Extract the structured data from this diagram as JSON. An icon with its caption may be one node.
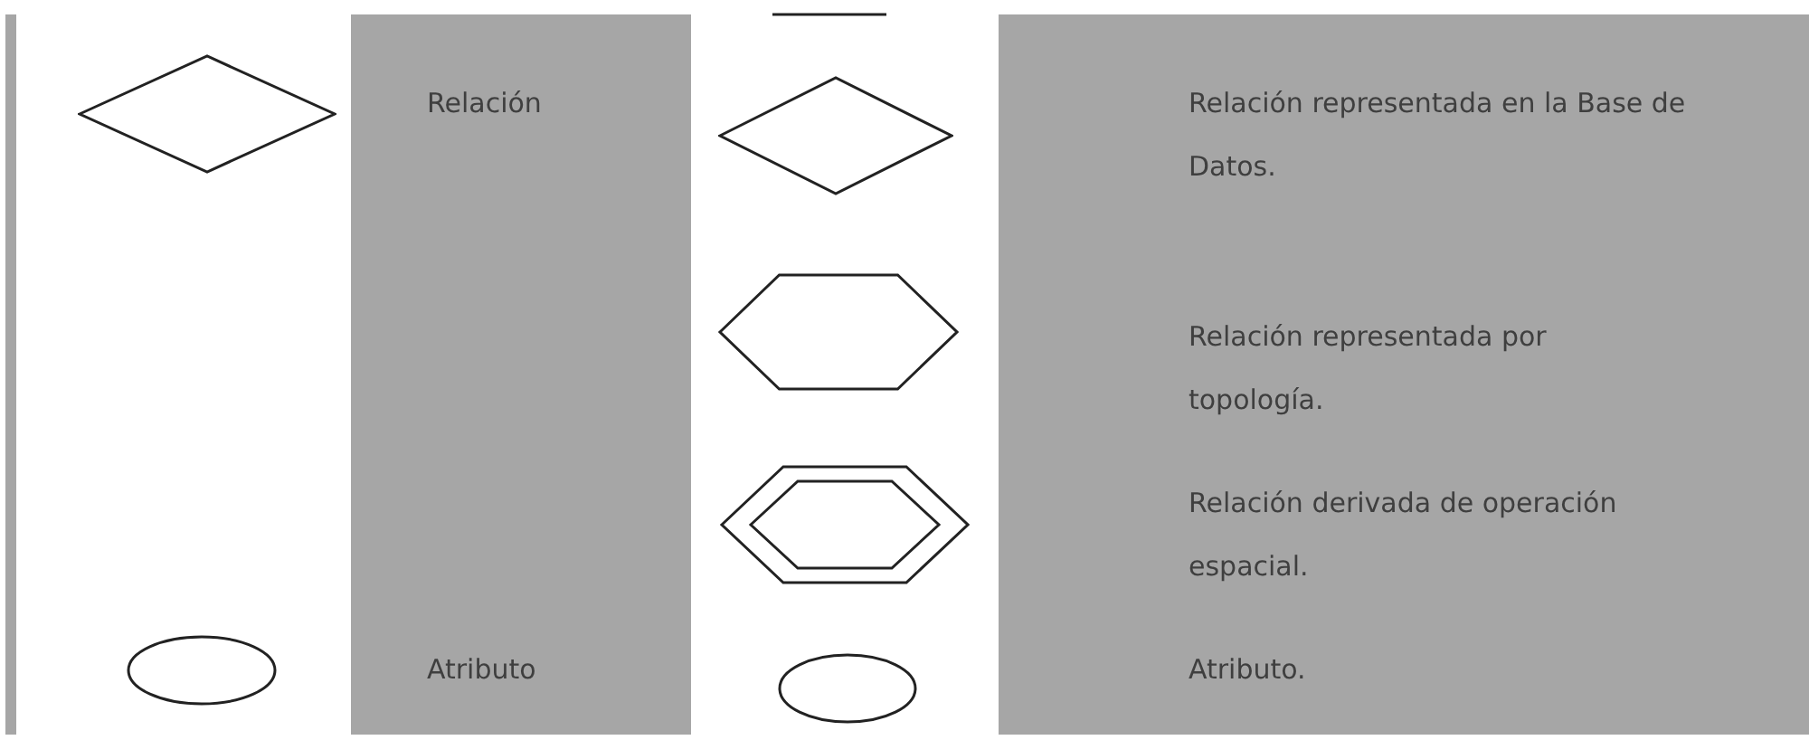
{
  "diagram": {
    "nodes": [
      {
        "text": [],
        "shape": "diamond"
      },
      {
        "text": [],
        "shape": "diamond"
      },
      {
        "text": [],
        "shape": "hexagon"
      },
      {
        "text": [],
        "shape": "double-hexagon"
      },
      {
        "text": [],
        "shape": "ellipse"
      },
      {
        "text": [],
        "shape": "ellipse"
      }
    ],
    "labels": [
      "Relación",
      "Relación representada en la Base de Datos.",
      "Relación representada por topología.",
      "Relación derivada de operación espacial.",
      "Atributo",
      "Atributo."
    ]
  }
}
